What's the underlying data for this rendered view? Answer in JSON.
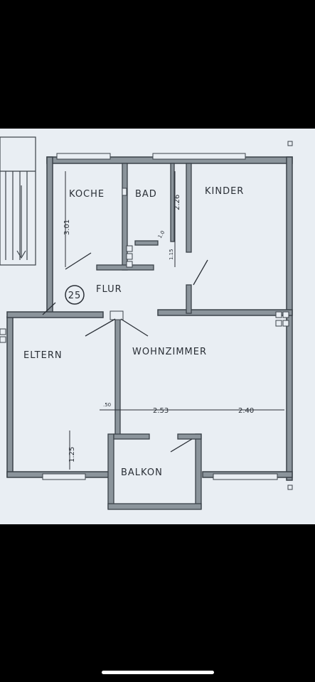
{
  "plan": {
    "unit_number": "25",
    "rooms": {
      "kitchen": "KOCHE",
      "bath": "BAD",
      "child": "KINDER",
      "hall": "FLUR",
      "parents": "ELTERN",
      "living": "WOHNZIMMER",
      "balcony": "BALKON"
    },
    "dimensions": {
      "kitchen_height": "3.01",
      "bath_height": "2.26",
      "bath_small": "1.15",
      "bath_small_2": "1.0",
      "living_left": ".50",
      "living_mid": "2.53",
      "living_right": "2.40",
      "parents_bottom": "1.25"
    }
  },
  "colors": {
    "wall": "#8b949b",
    "wall_edge": "#3b4249",
    "paper": "#e9eef3",
    "ink": "#2a2f36"
  }
}
